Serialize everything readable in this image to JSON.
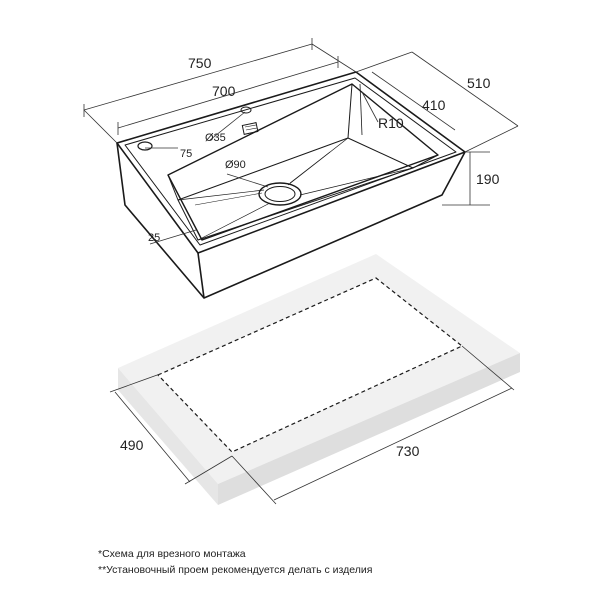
{
  "sink": {
    "overall_width": "750",
    "bowl_width": "700",
    "overall_depth": "510",
    "bowl_depth": "410",
    "bowl_height": "190",
    "corner_radius": "R10",
    "tap_hole": "Ø35",
    "drain": "Ø90",
    "offset_tap": "75",
    "rim_width": "25"
  },
  "cutout": {
    "depth": "490",
    "width": "730"
  },
  "notes": [
    "*Схема для врезного монтажа",
    "**Установочный проем рекомендуется делать с изделия"
  ]
}
